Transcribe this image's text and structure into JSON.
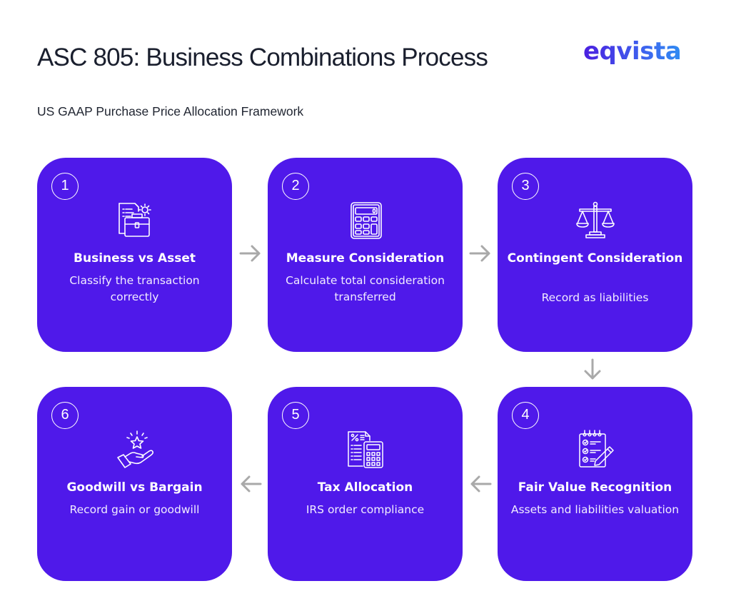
{
  "header": {
    "title": "ASC 805: Business Combinations Process",
    "subtitle": "US GAAP Purchase Price Allocation Framework",
    "logo": "eqvista"
  },
  "colors": {
    "card": "#4f19ea",
    "title_text": "#1a1f2e",
    "arrow": "#a9a9a9",
    "logo_gradient_start": "#4b1fe0",
    "logo_gradient_end": "#2f8cf2"
  },
  "steps": [
    {
      "number": "1",
      "title": "Business vs Asset",
      "description": "Classify the transaction correctly",
      "icon": "document-briefcase-gear-icon"
    },
    {
      "number": "2",
      "title": "Measure Consideration",
      "description": "Calculate total consideration transferred",
      "icon": "calculator-icon"
    },
    {
      "number": "3",
      "title": "Contingent Consideration",
      "description": "Record as liabilities",
      "icon": "balance-scale-icon"
    },
    {
      "number": "4",
      "title": "Fair Value Recognition",
      "description": "Assets and liabilities valuation",
      "icon": "checklist-notepad-pencil-icon"
    },
    {
      "number": "5",
      "title": "Tax Allocation",
      "description": "IRS order compliance",
      "icon": "tax-document-calculator-icon"
    },
    {
      "number": "6",
      "title": "Goodwill vs Bargain",
      "description": "Record gain or goodwill",
      "icon": "hand-star-icon"
    }
  ],
  "flow_arrows": [
    {
      "from": "1",
      "to": "2",
      "direction": "right"
    },
    {
      "from": "2",
      "to": "3",
      "direction": "right"
    },
    {
      "from": "3",
      "to": "4",
      "direction": "down"
    },
    {
      "from": "4",
      "to": "5",
      "direction": "left"
    },
    {
      "from": "5",
      "to": "6",
      "direction": "left"
    }
  ]
}
